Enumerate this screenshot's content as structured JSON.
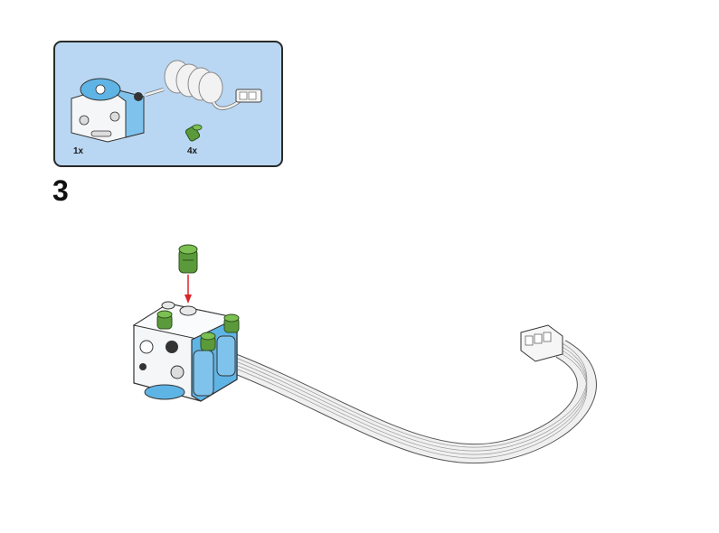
{
  "parts_list": {
    "items": [
      {
        "name": "motor",
        "quantity": "1x"
      },
      {
        "name": "connector-pin-green",
        "quantity": "4x"
      }
    ]
  },
  "step": {
    "number": "3"
  },
  "colors": {
    "panel_bg": "#b9d7f2",
    "motor_blue": "#5fb4e6",
    "motor_white": "#f4f6f8",
    "pin_green": "#5a9a3a",
    "arrow_red": "#d8262a",
    "cable": "#e6e6e6"
  }
}
